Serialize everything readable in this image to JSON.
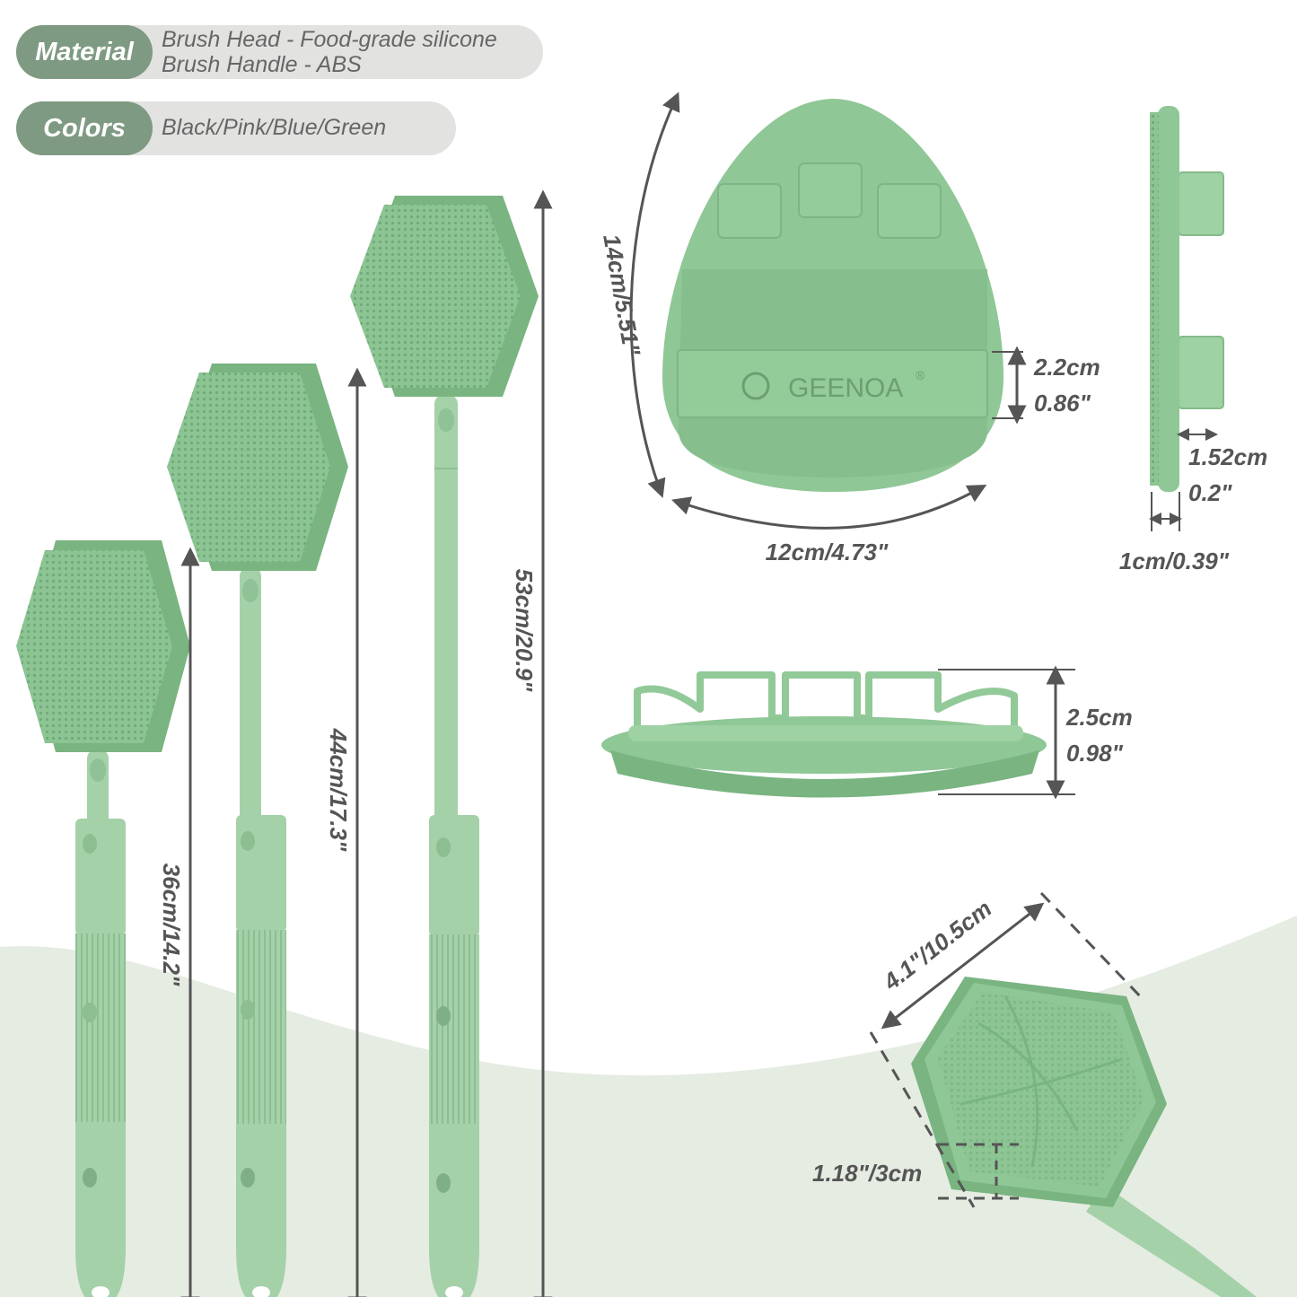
{
  "specs": {
    "material": {
      "tag": "Material",
      "lines": [
        "Brush Head - Food-grade silicone",
        "Brush Handle - ABS"
      ]
    },
    "colors": {
      "tag": "Colors",
      "value": "Black/Pink/Blue/Green"
    }
  },
  "brushes": {
    "short_length": "36cm/14.2\"",
    "medium_length": "44cm/17.3\"",
    "long_length": "53cm/20.9\""
  },
  "mitt_front": {
    "brand": "GEENOA",
    "brand_mark": "®",
    "height": "14cm/5.51\"",
    "width": "12cm/4.73\"",
    "strap_cm": "2.2cm",
    "strap_in": "0.86\""
  },
  "mitt_side": {
    "depth_cm": "1.52cm",
    "depth_in": "0.2\"",
    "base": "1cm/0.39\""
  },
  "mitt_profile": {
    "height_cm": "2.5cm",
    "height_in": "0.98\""
  },
  "head_closeup": {
    "width": "4.1\"/10.5cm",
    "bristle": "1.18\"/3cm"
  },
  "colors": {
    "silicone": "#8fc796",
    "silicone_dark": "#79b481",
    "handle": "#a5d1a9",
    "tag": "#7f9a82",
    "dimension": "#555555",
    "background_wave": "#e5ece2"
  }
}
